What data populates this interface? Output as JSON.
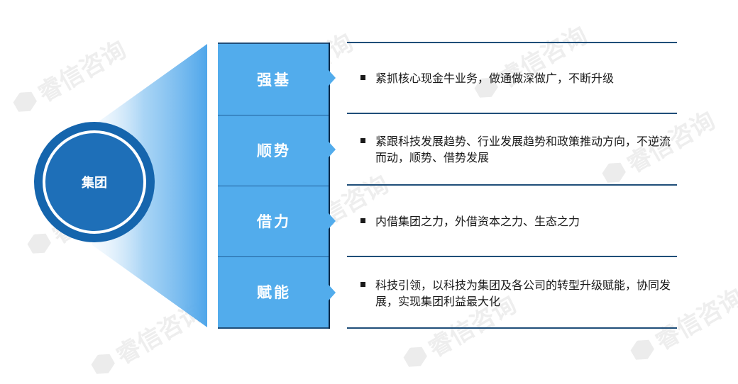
{
  "center": {
    "label": "集团"
  },
  "rows": [
    {
      "label": "强基",
      "text": "紧抓核心现金牛业务，做通做深做广，不断升级"
    },
    {
      "label": "顺势",
      "text": "紧跟科技发展趋势、行业发展趋势和政策推动方向，不逆流而动，顺势、借势发展"
    },
    {
      "label": "借力",
      "text": "内借集团之力，外借资本之力、生态之力"
    },
    {
      "label": "赋能",
      "text": "科技引领，以科技为集团及各公司的转型升级赋能，协同发展，实现集团利益最大化"
    }
  ],
  "watermark": "睿信咨询",
  "colors": {
    "circle": "#1565ad",
    "column": "#52acec",
    "arrow": "#52acec",
    "lines": "#1f4e79"
  }
}
